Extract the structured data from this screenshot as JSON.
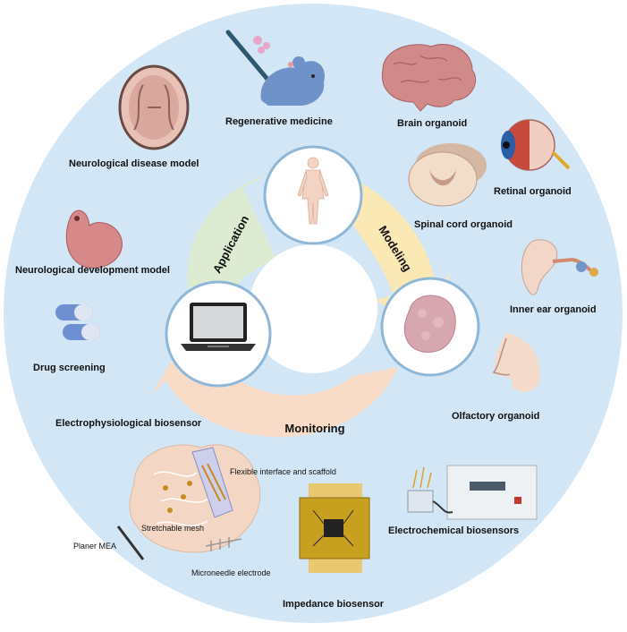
{
  "colors": {
    "outer_circle": "#d3e6f5",
    "node_border": "#8fb7d8",
    "application_arrow": "#dcebd2",
    "modeling_arrow": "#fbe9b5",
    "monitoring_arrow": "#f8dcc7"
  },
  "cycle": {
    "application": "Application",
    "modeling": "Modeling",
    "monitoring": "Monitoring"
  },
  "nodes": {
    "top": "human-body-icon",
    "left": "laptop-icon",
    "right": "organoid-icon"
  },
  "labels": {
    "regenerative_medicine": "Regenerative medicine",
    "brain_organoid": "Brain organoid",
    "neurological_disease_model": "Neurological disease model",
    "retinal_organoid": "Retinal organoid",
    "spinal_cord_organoid": "Spinal cord organoid",
    "neurological_development_model": "Neurological development model",
    "inner_ear_organoid": "Inner ear organoid",
    "drug_screening": "Drug screening",
    "olfactory_organoid": "Olfactory organoid",
    "electrophysiological_biosensor": "Electrophysiological biosensor",
    "flexible_interface": "Flexible interface and scaffold",
    "stretchable_mesh": "Stretchable mesh",
    "planer_mea": "Planer MEA",
    "microneedle_electrode": "Microneedle electrode",
    "electrochemical_biosensors": "Electrochemical biosensors",
    "impedance_biosensor": "Impedance biosensor"
  }
}
